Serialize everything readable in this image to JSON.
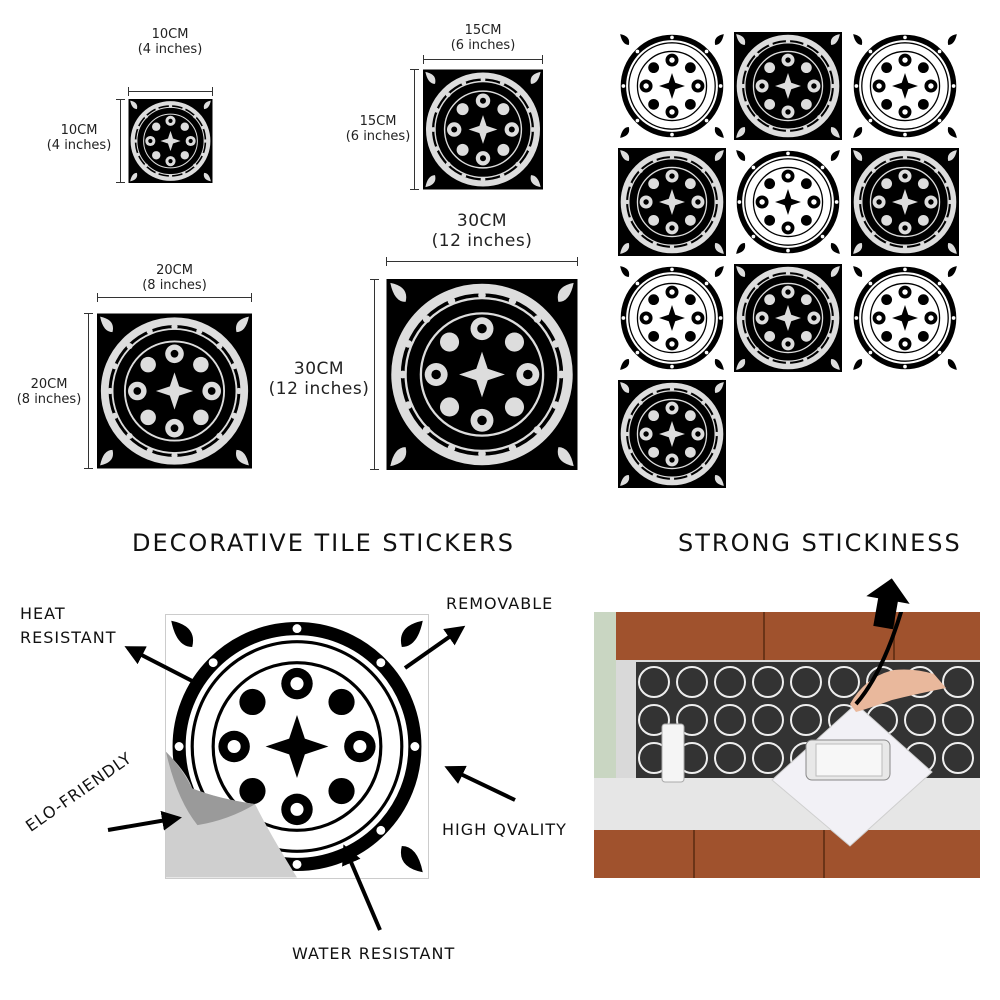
{
  "sizes": {
    "s10": {
      "cm": "10CM",
      "inch": "(4 inches)"
    },
    "s15": {
      "cm": "15CM",
      "inch": "(6 inches)"
    },
    "s20": {
      "cm": "20CM",
      "inch": "(8 inches)"
    },
    "s30": {
      "cm": "30CM",
      "inch": "(12 inches)"
    }
  },
  "headings": {
    "left": "DECORATIVE TILE STICKERS",
    "right": "STRONG STICKINESS"
  },
  "features": {
    "heat_line1": "HEAT",
    "heat_line2": "RESISTANT",
    "removable": "REMOVABLE",
    "eco": "ELO-FRIENDLY",
    "quality": "HIGH QVALITY",
    "water": "WATER RESISTANT"
  },
  "colors": {
    "tile_dark": "#000000",
    "tile_light": "#ffffff",
    "wood": "#a0522d",
    "counter": "#e6e6e6"
  },
  "icons": [
    "mandala-tile-icon",
    "arrow-icon",
    "phone-icon",
    "hand-icon"
  ]
}
